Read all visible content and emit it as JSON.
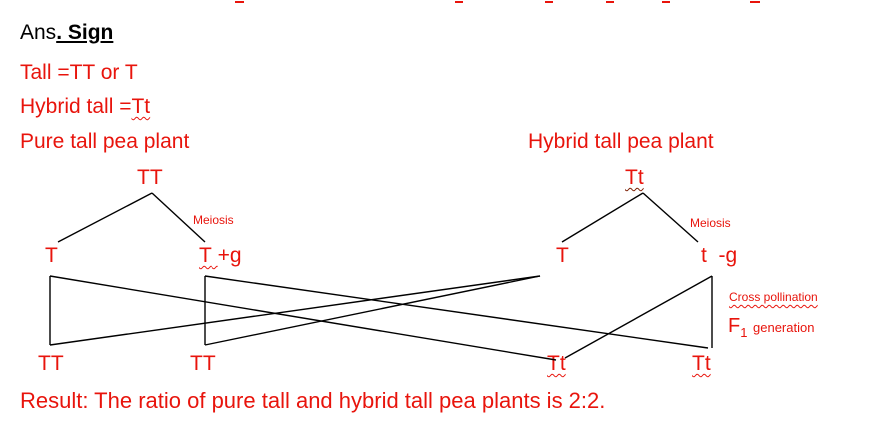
{
  "header": {
    "prefix": "Ans",
    "title": ". Sign"
  },
  "symbols": {
    "tall": "Tall =TT or T",
    "hybrid_prefix": "Hybrid tall =",
    "hybrid_value": "Tt"
  },
  "parents": {
    "left_title": "Pure tall pea plant",
    "right_title": "Hybrid tall pea plant",
    "left_genotype": "TT",
    "right_genotype": "Tt"
  },
  "meiosis": {
    "left": "Meiosis",
    "right": "Meiosis"
  },
  "gametes": {
    "left_1": "T",
    "left_2": "T",
    "left_2_sign": "+g",
    "right_1": "T",
    "right_2": "t",
    "right_2_sign": "-g"
  },
  "notes": {
    "cross": "Cross pollination",
    "f1_letter": "F",
    "f1_sub": "1",
    "f1_rest": "generation"
  },
  "offspring": [
    "TT",
    "TT",
    "Tt",
    "Tt"
  ],
  "result": "Result: The ratio of pure tall and hybrid tall pea plants is 2:2.",
  "colors": {
    "red": "#e8140c",
    "line": "#000000"
  }
}
